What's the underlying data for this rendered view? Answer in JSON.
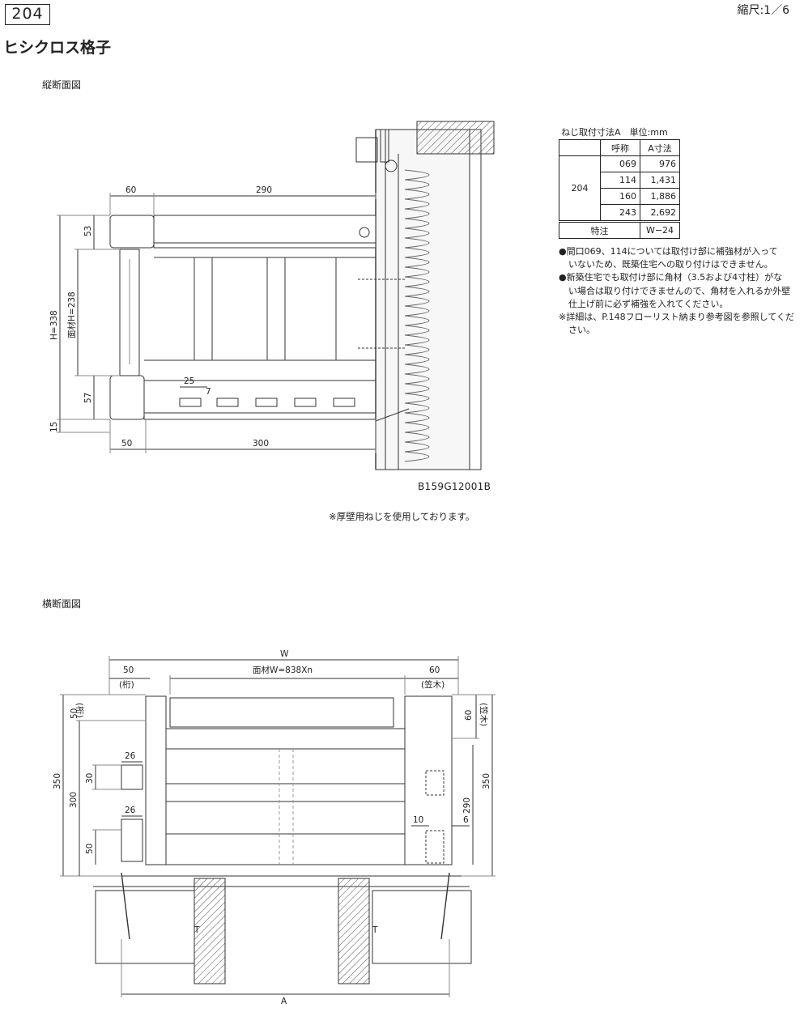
{
  "header": {
    "code": "204",
    "title": "ヒシクロス格子",
    "scale": "縮尺:1／6"
  },
  "vertical_section": {
    "label": "縦断面図",
    "dims": {
      "d60": "60",
      "d290": "290",
      "d53": "53",
      "d57": "57",
      "d15": "15",
      "d50": "50",
      "d300": "300",
      "d25": "25",
      "d7": "7",
      "h338": "H=338",
      "h238": "面材H=238"
    },
    "drawing_code": "B159G12001B",
    "note": "※厚壁用ねじを使用しております。"
  },
  "screw_table": {
    "title": "ねじ取付寸法A　単位:mm",
    "col_name": "呼称",
    "col_a": "A寸法",
    "group": "204",
    "rows": [
      {
        "name": "069",
        "a": "976"
      },
      {
        "name": "114",
        "a": "1,431"
      },
      {
        "name": "160",
        "a": "1,886"
      },
      {
        "name": "243",
        "a": "2,692"
      }
    ],
    "special_label": "特注",
    "special_value": "W−24"
  },
  "notes": [
    "●間口069、114については取付け部に補強材が入って",
    "いないため、既築住宅への取り付けはできません。",
    "●新築住宅でも取付け部に角材（3.5および4寸柱）がな",
    "い場合は取り付けできませんので、角材を入れるか外壁",
    "仕上げ前に必ず補強を入れてください。",
    "※詳細は、P.148フローリスト納まり参考図を参照してくだ",
    "さい。"
  ],
  "horizontal_section": {
    "label": "横断面図",
    "dims": {
      "w": "W",
      "d50": "50",
      "keta1": "(桁)",
      "panel_w": "面材W=838Xn",
      "d60": "60",
      "kasagi1": "(笠木)",
      "left50": "50",
      "keta2": "(桁)",
      "right60": "60",
      "kasagi2": "(笠木)",
      "d26a": "26",
      "d26b": "26",
      "d30": "30",
      "d350l": "350",
      "d300": "300",
      "d50l": "50",
      "d350r": "350",
      "d290": "290",
      "d10": "10",
      "d6": "6",
      "t1": "T",
      "t2": "T",
      "a": "A"
    }
  }
}
